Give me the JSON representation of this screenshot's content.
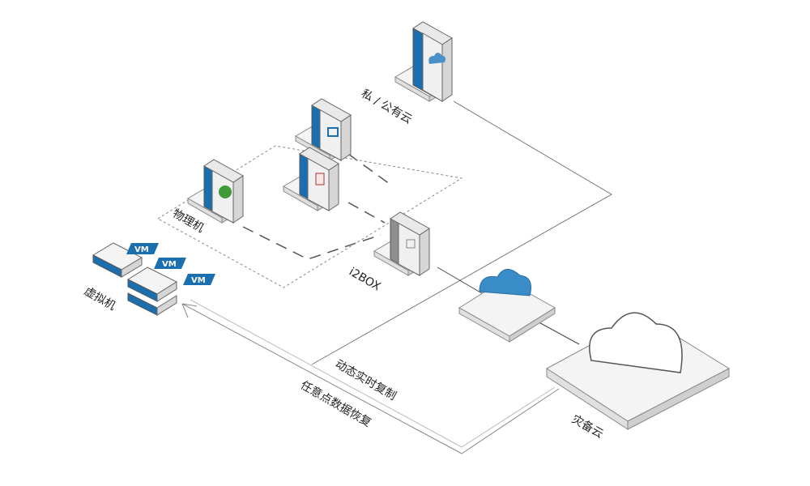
{
  "labels": {
    "cloud_private_public": "私 / 公有云",
    "physical": "物理机",
    "virtual": "虚拟机",
    "i2box": "i2BOX",
    "realtime_replication": "动态实时复制",
    "any_point_restore": "任意点数据恢复",
    "disaster_cloud": "灾备云"
  },
  "vm_tags": [
    "VM",
    "VM",
    "VM"
  ],
  "icons": [
    "cloud-server-icon",
    "monitor-server-icon",
    "ie-server-icon",
    "document-server-icon",
    "box-server-icon",
    "vm-stack-icon",
    "replication-cloud-icon",
    "disaster-cloud-icon"
  ],
  "colors": {
    "accent": "#1b6fae",
    "line": "#666666",
    "platform": "#f4f4f4"
  }
}
